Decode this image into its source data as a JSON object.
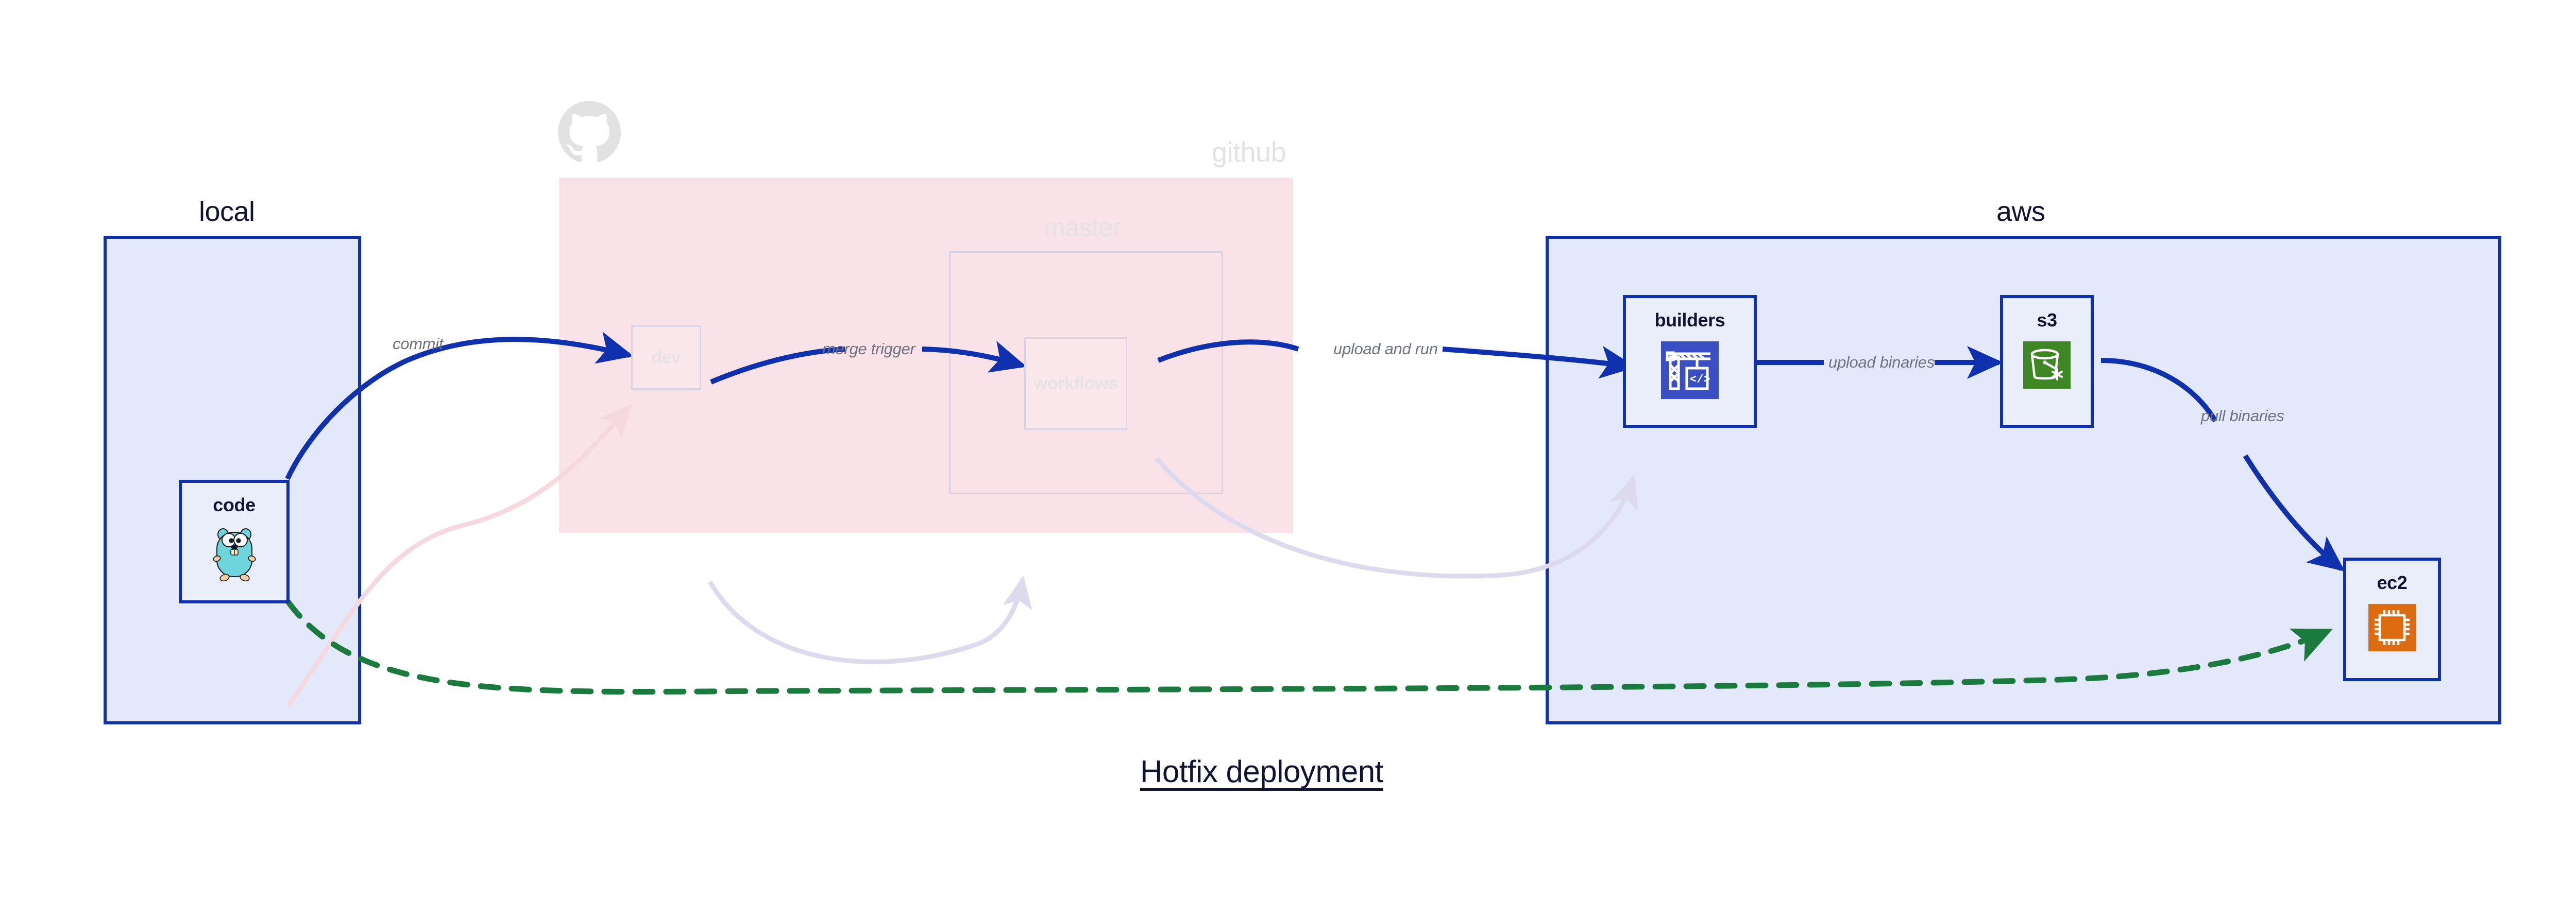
{
  "caption": "Hotfix deployment",
  "colors": {
    "group_border": "#0f31ae",
    "group_fill": "#e3e8fa",
    "github_fill": "#f9e3e8",
    "node_fill": "#eaeefb",
    "arrow_blue": "#0f31ae",
    "arrow_green": "#1b7a3e",
    "label_gray": "#6f7380",
    "faded_gray": "#e4e2e6",
    "builders_icon_bg": "#3b4fc4",
    "s3_icon_bg": "#3f8624",
    "ec2_icon_bg": "#dd6b10",
    "gopher_body": "#6fd5dd"
  },
  "groups": [
    {
      "id": "local",
      "label": "local",
      "faded": false
    },
    {
      "id": "github",
      "label": "github",
      "faded": true
    },
    {
      "id": "master",
      "label": "master",
      "faded": true
    },
    {
      "id": "aws",
      "label": "aws",
      "faded": false
    }
  ],
  "nodes": [
    {
      "id": "code",
      "label": "code",
      "icon": "go-gopher-icon",
      "faded": false
    },
    {
      "id": "dev",
      "label": "dev",
      "icon": "none",
      "faded": true
    },
    {
      "id": "workflows",
      "label": "workflows",
      "icon": "none",
      "faded": true
    },
    {
      "id": "builders",
      "label": "builders",
      "icon": "crane-code-icon",
      "faded": false
    },
    {
      "id": "s3",
      "label": "s3",
      "icon": "s3-bucket-icon",
      "faded": false
    },
    {
      "id": "ec2",
      "label": "ec2",
      "icon": "cpu-chip-icon",
      "faded": false
    }
  ],
  "edges": [
    {
      "id": "commit",
      "label": "commit",
      "from": "code",
      "to": "dev",
      "style": "solid-blue",
      "faded": false
    },
    {
      "id": "merge-trigger",
      "label": "merge trigger",
      "from": "dev",
      "to": "workflows",
      "style": "solid-blue",
      "faded": false
    },
    {
      "id": "upload-and-run",
      "label": "upload and run",
      "from": "workflows",
      "to": "builders",
      "style": "solid-blue",
      "faded": false
    },
    {
      "id": "upload-binaries",
      "label": "upload binaries",
      "from": "builders",
      "to": "s3",
      "style": "solid-blue",
      "faded": false
    },
    {
      "id": "pull-binaries",
      "label": "pull binaries",
      "from": "s3",
      "to": "ec2",
      "style": "solid-blue",
      "faded": false
    },
    {
      "id": "hotfix-direct",
      "label": "",
      "from": "code",
      "to": "ec2",
      "style": "dashed-green",
      "faded": false
    },
    {
      "id": "ghost-code-dev",
      "label": "",
      "from": "code",
      "to": "dev",
      "style": "ghost-pink",
      "faded": true
    },
    {
      "id": "ghost-dev-wf",
      "label": "",
      "from": "dev",
      "to": "workflows",
      "style": "ghost-lav",
      "faded": true
    },
    {
      "id": "ghost-wf-build",
      "label": "",
      "from": "workflows",
      "to": "builders",
      "style": "ghost-lav",
      "faded": true
    }
  ]
}
